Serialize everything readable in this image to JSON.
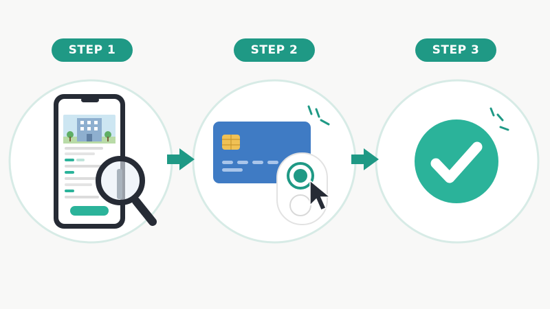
{
  "steps": [
    {
      "label": "STEP 1",
      "icon": "phone-search-icon"
    },
    {
      "label": "STEP 2",
      "icon": "card-payment-icon"
    },
    {
      "label": "STEP 3",
      "icon": "check-circle-icon"
    }
  ],
  "colors": {
    "accent": "#1f9985",
    "accent_light": "#2bb39a",
    "ring": "#d7ebe6",
    "card": "#3f7bc4",
    "chip": "#f0c155",
    "phone": "#262b35"
  }
}
